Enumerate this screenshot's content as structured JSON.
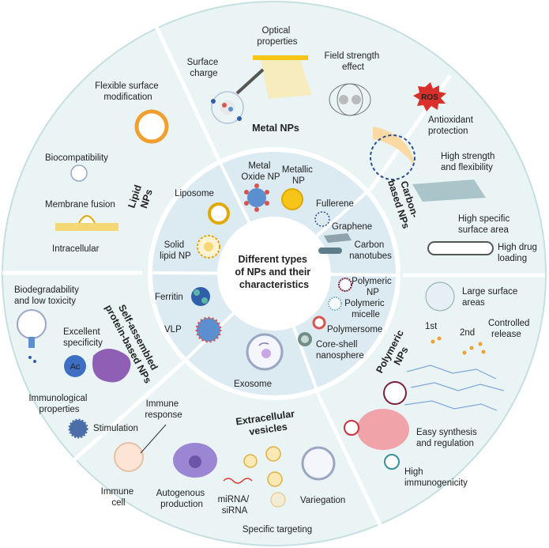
{
  "center": {
    "title_lines": [
      "Different types",
      "of NPs and their",
      "characteristics"
    ]
  },
  "sections": {
    "metal": {
      "name": "Metal NPs",
      "inner": {
        "metal_oxide": [
          "Metal",
          "Oxide NP"
        ],
        "metallic": [
          "Metallic",
          "NP"
        ]
      },
      "outer": {
        "surface_charge": [
          "Surface",
          "charge"
        ],
        "optical": [
          "Optical",
          "properties"
        ],
        "field": [
          "Field strength",
          "effect"
        ]
      }
    },
    "carbon": {
      "name_lines": [
        "Carbon-",
        "based NPs"
      ],
      "inner": {
        "fullerene": "Fullerene",
        "graphene": "Graphene",
        "cnt": [
          "Carbon",
          "nanotubes"
        ]
      },
      "outer": {
        "ros": "ROS",
        "antioxidant": [
          "Antioxidant",
          "protection"
        ],
        "strength": [
          "High strength",
          "and flexibility"
        ],
        "surface": [
          "High specific",
          "surface area"
        ],
        "loading": [
          "High drug",
          "loading"
        ]
      }
    },
    "polymeric": {
      "name_lines": [
        "Polymeric",
        "NPs"
      ],
      "inner": {
        "np": [
          "Polymeric",
          "NP"
        ],
        "micelle": [
          "Polymeric",
          "micelle"
        ],
        "polymersome": "Polymersome",
        "coreshell": [
          "Core-shell",
          "nanosphere"
        ]
      },
      "outer": {
        "large": [
          "Large surface",
          "areas"
        ],
        "first": "1st",
        "second": "2nd",
        "release": [
          "Controlled",
          "release"
        ],
        "synthesis": [
          "Easy synthesis",
          "and regulation"
        ],
        "immuno": [
          "High",
          "immunogenicity"
        ]
      }
    },
    "ev": {
      "name_lines": [
        "Extracellular",
        "vesicles"
      ],
      "inner": {
        "exosome": "Exosome"
      },
      "outer": {
        "autogenous": [
          "Autogenous",
          "production"
        ],
        "mirna": [
          "miRNA/",
          "siRNA"
        ],
        "variegation": "Variegation",
        "targeting": "Specific targeting"
      }
    },
    "protein": {
      "name_lines": [
        "Self-assembled",
        "protein-based NPs"
      ],
      "inner": {
        "ferritin": "Ferritin",
        "vlp": "VLP"
      },
      "outer": {
        "biodeg": [
          "Biodegradability",
          "and low toxicity"
        ],
        "specificity": [
          "Excellent",
          "specificity"
        ],
        "ac": "Ac",
        "immuno_props": [
          "Immunological",
          "properties"
        ],
        "stimulation": "Stimulation",
        "immune_response": [
          "Immune",
          "response"
        ],
        "immune_cell": [
          "Immune",
          "cell"
        ]
      }
    },
    "lipid": {
      "name_lines": [
        "Lipid",
        "NPs"
      ],
      "inner": {
        "liposome": "Liposome",
        "sln": [
          "Solid",
          "lipid NP"
        ]
      },
      "outer": {
        "flexible": [
          "Flexible surface",
          "modification"
        ],
        "biocompat": "Biocompatibility",
        "fusion": "Membrane fusion",
        "intracellular": "Intracellular"
      }
    }
  },
  "colors": {
    "outer_ring": "#eaf4f4",
    "inner_disc": "#dcebf2",
    "divider": "#bcd8db",
    "sphere_blue": "#5b8fcf",
    "sphere_gold": "#f5c518",
    "ros_red": "#d9302c",
    "pink_cell": "#f0a3a8",
    "purple_cell": "#9b86d4"
  },
  "icons": [
    "gold-sphere-icon",
    "metal-oxide-icon",
    "liposome-icon",
    "fullerene-icon",
    "graphene-icon",
    "nanotube-icon",
    "exosome-icon",
    "ros-icon",
    "immune-cell-icon",
    "antibody-icon"
  ]
}
